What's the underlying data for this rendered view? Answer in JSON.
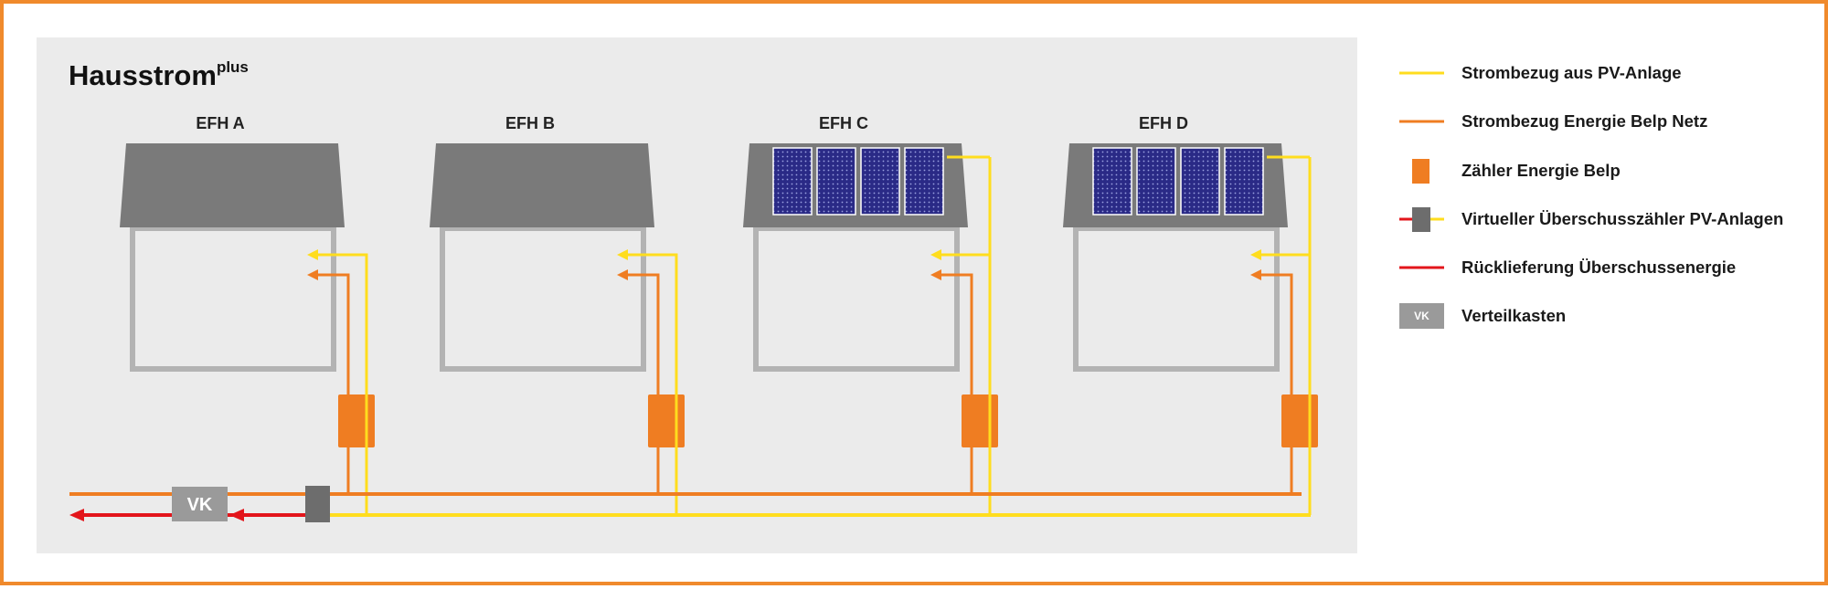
{
  "title": {
    "main": "Hausstrom",
    "sup": "plus"
  },
  "houses": [
    {
      "label": "EFH A",
      "has_pv": false
    },
    {
      "label": "EFH B",
      "has_pv": false
    },
    {
      "label": "EFH C",
      "has_pv": true
    },
    {
      "label": "EFH D",
      "has_pv": true
    }
  ],
  "verteilkasten_label": "VK",
  "legend": [
    {
      "type": "line",
      "color": "#ffdd1e",
      "label": "Strombezug aus PV-Anlage"
    },
    {
      "type": "line",
      "color": "#ef7d22",
      "label": "Strombezug Energie Belp Netz"
    },
    {
      "type": "box",
      "color": "#ef7d22",
      "label": "Zähler Energie Belp"
    },
    {
      "type": "virtual-meter",
      "color": "#6d6d6d",
      "label": "Virtueller Überschusszähler PV-Anlagen"
    },
    {
      "type": "line",
      "color": "#e3151b",
      "label": "Rücklieferung Überschussenergie"
    },
    {
      "type": "vk",
      "color": "#9a9a9a",
      "symbol": "VK",
      "label": "Verteilkasten"
    }
  ],
  "colors": {
    "frame": "#f08a2c",
    "panel": "#ebebeb",
    "roof": "#7a7a7a",
    "wall": "#b3b3b3",
    "pv_line": "#ffdd1e",
    "grid_line": "#ef7d22",
    "meter": "#ef7d22",
    "return_line": "#e3151b",
    "virtual_meter": "#6d6d6d",
    "vk": "#9a9a9a",
    "solar_panel": "#2a2a86"
  }
}
